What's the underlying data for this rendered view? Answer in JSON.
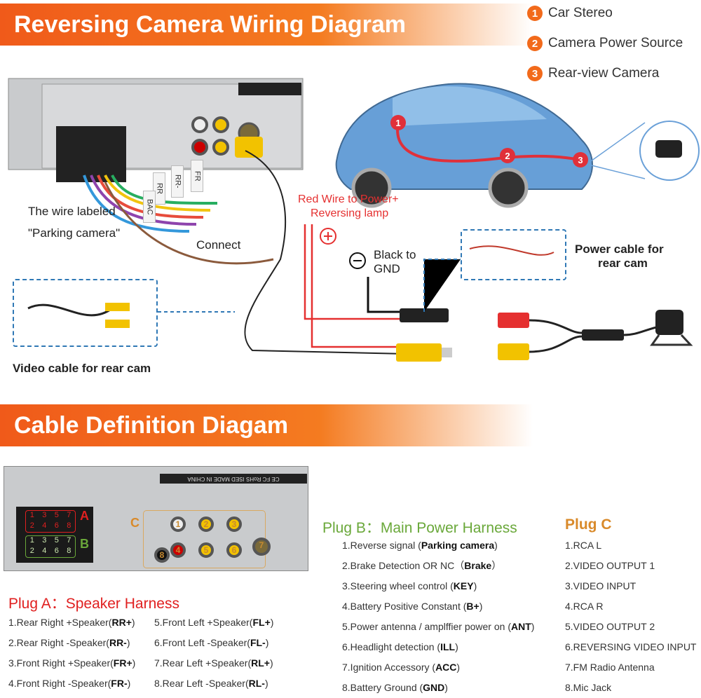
{
  "top": {
    "title": "Reversing Camera Wiring Diagram",
    "legend": [
      {
        "n": "1",
        "label": "Car Stereo"
      },
      {
        "n": "2",
        "label": "Camera Power Source"
      },
      {
        "n": "3",
        "label": "Rear-view Camera"
      }
    ],
    "labels": {
      "parking_wire": "The wire labeled",
      "parking_wire2": "\"Parking camera\"",
      "connect": "Connect",
      "red_wire": "Red Wire to Power+",
      "red_wire2": "Reversing lamp",
      "black": "Black to",
      "black2": "GND",
      "power_cable": "Power cable for",
      "power_cable2": "rear cam",
      "video_cable": "Video cable for rear cam"
    },
    "stereo_marks": "CE FC RoHS ISED  MADE IN CHINA",
    "harness_tags": [
      "RR",
      "BAC",
      "RR-",
      "FR"
    ]
  },
  "bottom": {
    "title": "Cable Definition Diagam",
    "connector_labels": {
      "a": "A",
      "b": "B",
      "c": "C"
    },
    "plug_a_pins": [
      "1",
      "3",
      "5",
      "7",
      "2",
      "4",
      "6",
      "8"
    ],
    "plug_c_ports": [
      "1",
      "2",
      "3",
      "4",
      "5",
      "6",
      "7",
      "8"
    ],
    "plug_a": {
      "title": "Plug A：Speaker Harness",
      "items": [
        {
          "p": "1.Rear Right +Speaker(",
          "c": "RR+",
          "s": ")"
        },
        {
          "p": "2.Rear Right -Speaker(",
          "c": "RR-",
          "s": ")"
        },
        {
          "p": "3.Front Right +Speaker(",
          "c": "FR+",
          "s": ")"
        },
        {
          "p": "4.Front  Right -Speaker(",
          "c": "FR-",
          "s": ")"
        },
        {
          "p": "5.Front Left +Speaker(",
          "c": "FL+",
          "s": ")"
        },
        {
          "p": "6.Front Left -Speaker(",
          "c": "FL-",
          "s": ")"
        },
        {
          "p": "7.Rear Left +Speaker(",
          "c": "RL+",
          "s": ")"
        },
        {
          "p": "8.Rear Left -Speaker(",
          "c": "RL-",
          "s": ")"
        }
      ]
    },
    "plug_b": {
      "title": "Plug B：Main Power Harness",
      "items": [
        {
          "p": "1.Reverse signal (",
          "c": "Parking camera",
          "s": ")"
        },
        {
          "p": "2.Brake Detection OR NC（",
          "c": "Brake",
          "s": "）"
        },
        {
          "p": "3.Steering wheel control  (",
          "c": "KEY",
          "s": ")"
        },
        {
          "p": "4.Battery Positive Constant (",
          "c": "B+",
          "s": ")"
        },
        {
          "p": "5.Power antenna / amplffier power on (",
          "c": "ANT",
          "s": ")"
        },
        {
          "p": "6.Headlight detection  (",
          "c": "ILL",
          "s": ")"
        },
        {
          "p": "7.Ignition Accessory (",
          "c": "ACC",
          "s": ")"
        },
        {
          "p": "8.Battery Ground (",
          "c": "GND",
          "s": ")"
        }
      ]
    },
    "plug_c": {
      "title": "Plug C",
      "items": [
        "1.RCA L",
        "2.VIDEO OUTPUT 1",
        "3.VIDEO INPUT",
        "4.RCA R",
        "5.VIDEO OUTPUT 2",
        "6.REVERSING VIDEO INPUT",
        "7.FM Radio Antenna",
        "8.Mic Jack"
      ]
    }
  },
  "colors": {
    "accent": "#f26a1b",
    "plug_a": "#e02020",
    "plug_b": "#6aa83a",
    "plug_c": "#d98a2a",
    "dash": "#2f78b5"
  }
}
